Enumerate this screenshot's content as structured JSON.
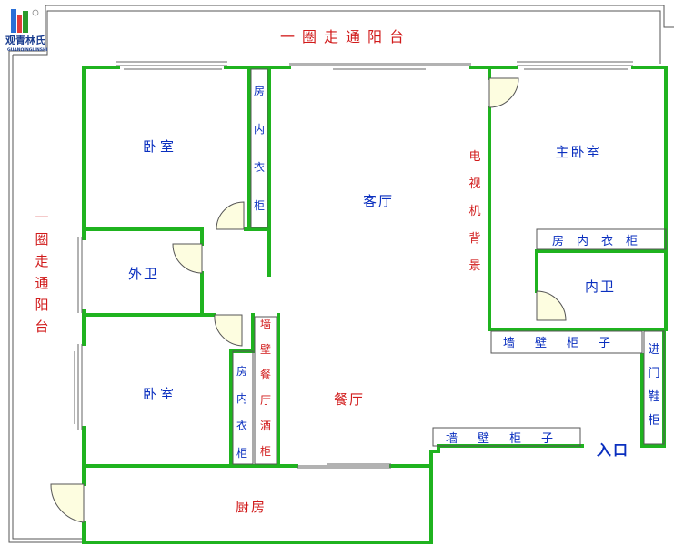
{
  "logo": {
    "name": "观青林氏",
    "subtitle": "GUANQINGLINSHI"
  },
  "balcony": {
    "top_label": "一圈走通阳台",
    "left_label": "一圈走通阳台"
  },
  "rooms": {
    "bedroom_top": "卧室",
    "bedroom_bottom": "卧室",
    "living_room": "客厅",
    "dining_room": "餐厅",
    "kitchen": "厨房",
    "master_bedroom": "主卧室",
    "outer_bath": "外卫",
    "inner_bath": "内卫",
    "entrance": "入口"
  },
  "furniture": {
    "closet_top_left": "房内衣柜",
    "closet_bottom_left": "房内衣柜",
    "closet_master": "房内衣柜",
    "tv_wall": "电视机背景",
    "dining_cabinet": "墙壁餐厅酒柜",
    "wall_cabinet_right": "墙壁柜子",
    "wall_cabinet_entry": "墙壁柜子",
    "shoe_cabinet": "进门鞋柜"
  },
  "colors": {
    "wall": "#1fb31f",
    "text_blue": "#0a2fbf",
    "text_red": "#d11a1a",
    "outline": "#555555",
    "door_fill": "#fdfde0"
  }
}
